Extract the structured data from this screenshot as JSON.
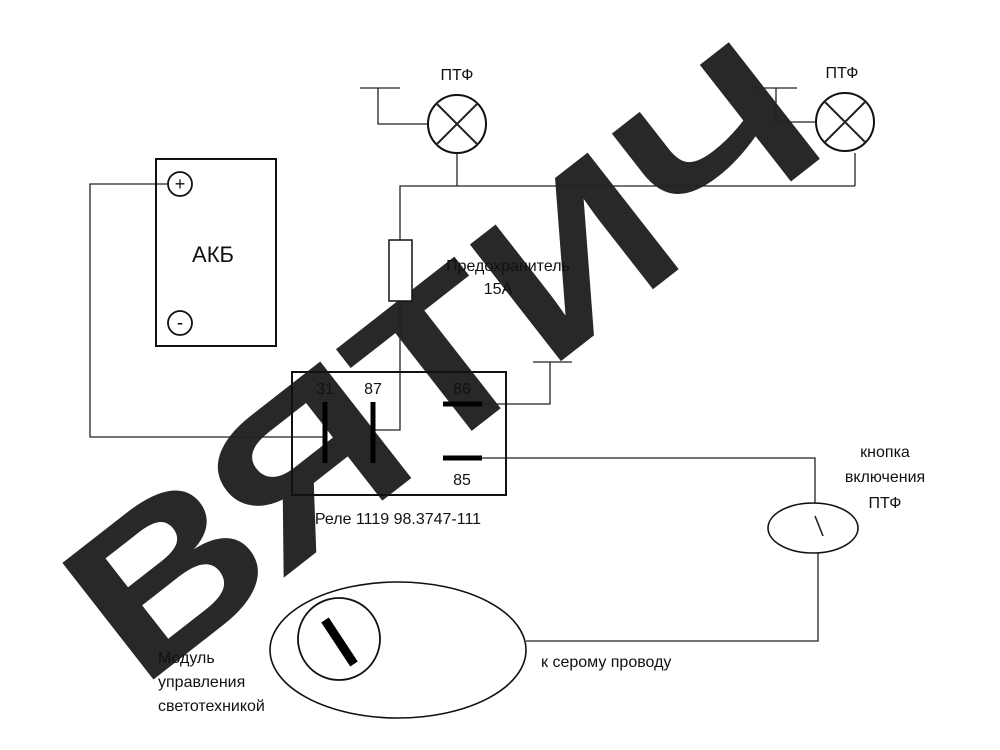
{
  "watermark": "ВЯТИЧ",
  "labels": {
    "lamp_left": "ПТФ",
    "lamp_right": "ПТФ",
    "battery": "АКБ",
    "battery_plus": "+",
    "battery_minus": "-",
    "fuse_line1": "Предохранитель",
    "fuse_line2": "15А",
    "pin_31": "31",
    "pin_87": "87",
    "pin_86": "86",
    "pin_85": "85",
    "relay": "Реле 1119 98.3747-111",
    "button_line1": "кнопка",
    "button_line2": "включения",
    "button_line3": "ПТФ",
    "module_line1": "Модуль",
    "module_line2": "управления",
    "module_line3": "светотехникой",
    "wire_note": "к серому проводу"
  }
}
